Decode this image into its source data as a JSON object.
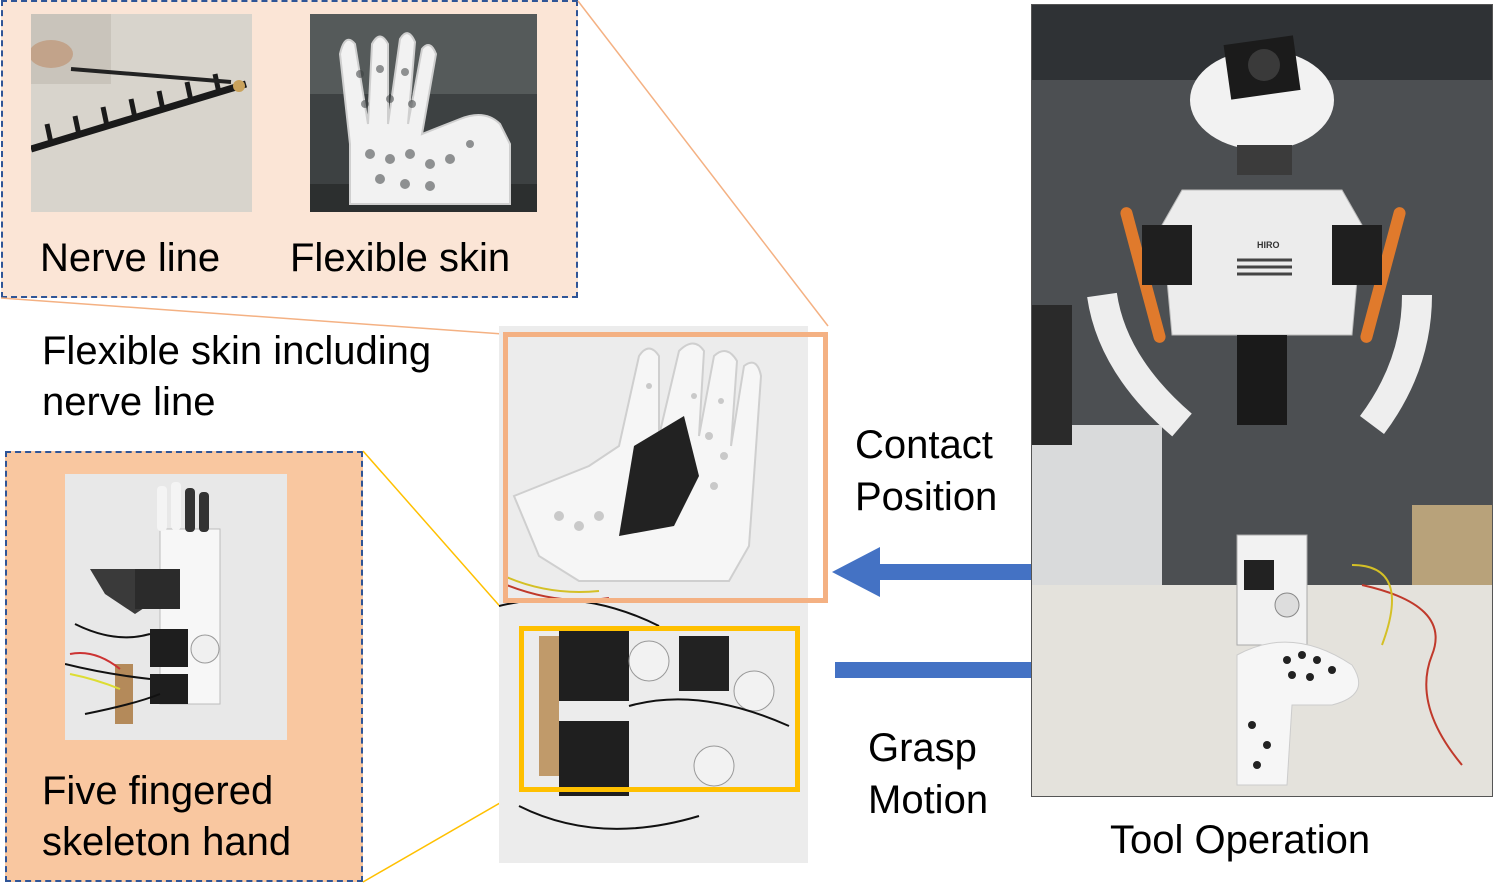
{
  "labels": {
    "nerve_line": "Nerve line",
    "flexible_skin": "Flexible skin",
    "skin_including_1": "Flexible skin including",
    "skin_including_2": "nerve line",
    "skeleton_1": "Five fingered",
    "skeleton_2": "skeleton hand",
    "contact_1": "Contact",
    "contact_2": "Position",
    "grasp_1": "Grasp",
    "grasp_2": "Motion",
    "tool_operation": "Tool Operation"
  },
  "photo_text": {
    "robot_name": "HIRO"
  },
  "colors": {
    "top_panel_bg": "#fbe5d6",
    "skeleton_panel_bg": "#f9c7a0",
    "dashed_border": "#2f5597",
    "skin_box": "#f4b183",
    "skeleton_box": "#ffc000",
    "arrow": "#4472c4"
  }
}
